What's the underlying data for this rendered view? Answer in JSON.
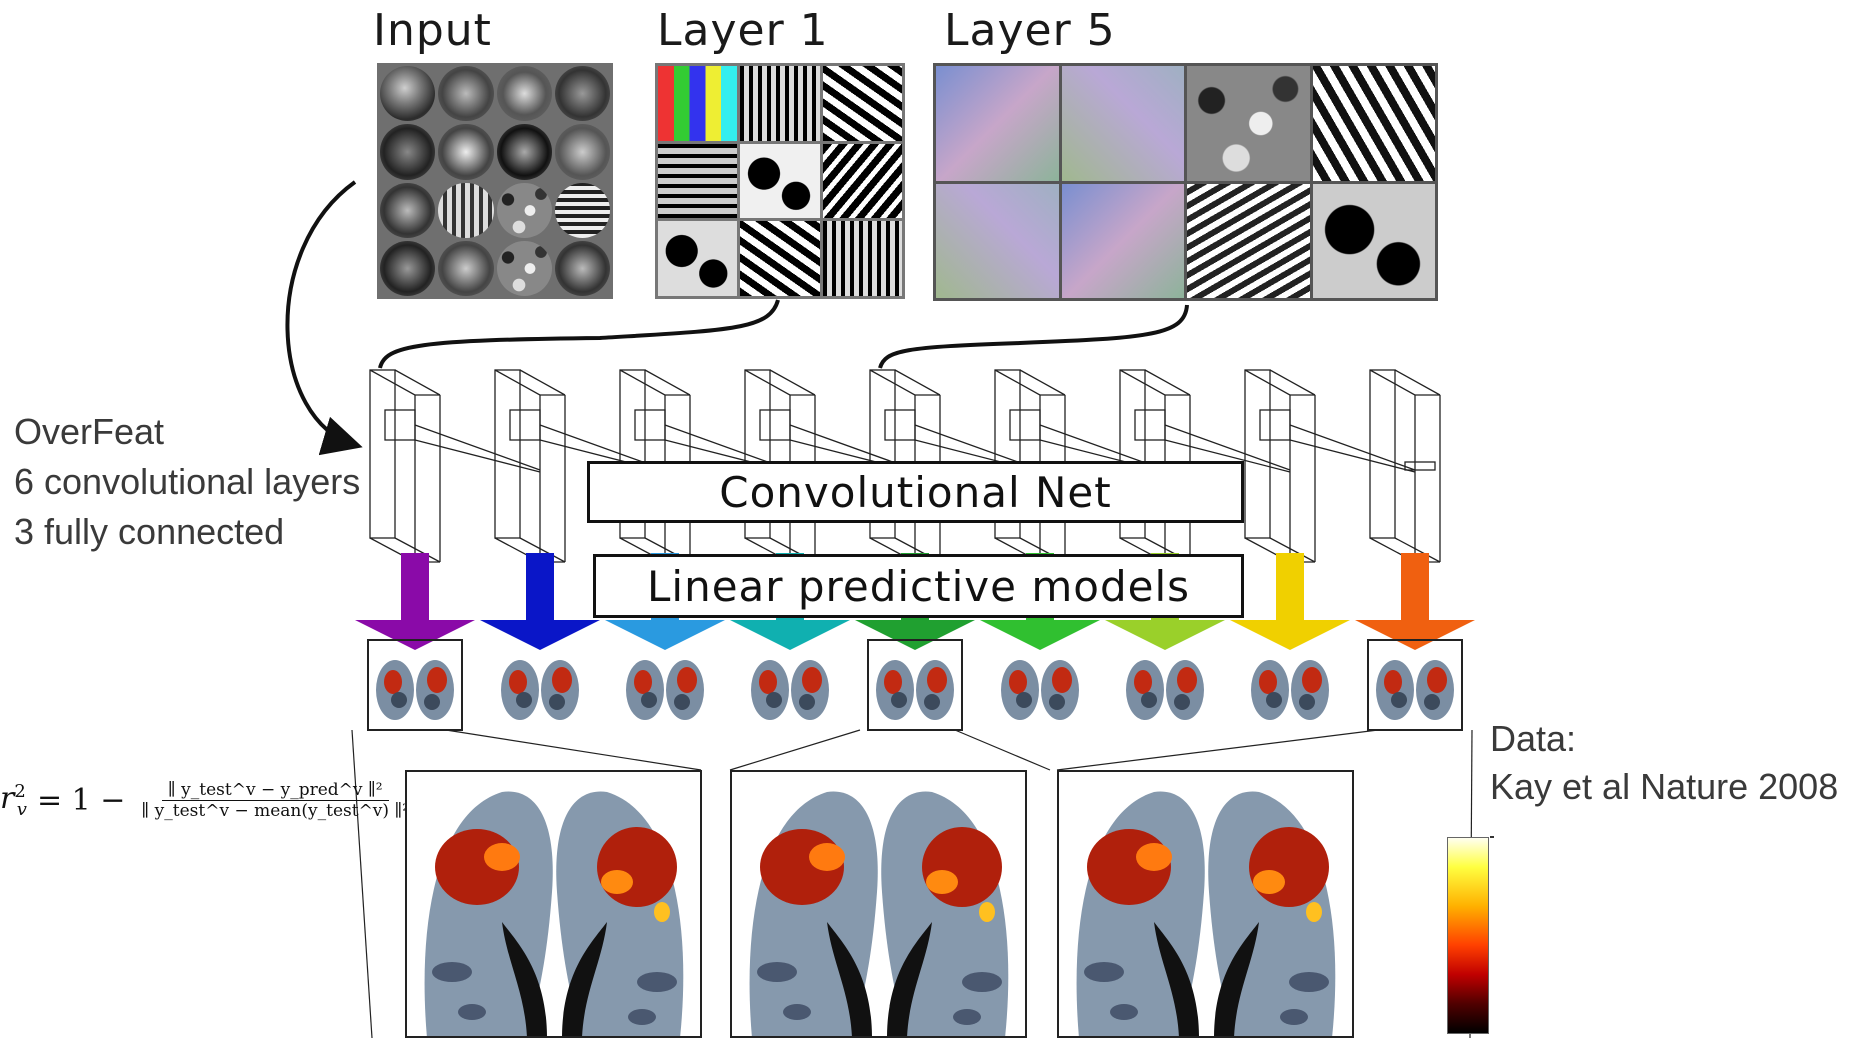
{
  "panels": {
    "input_label": "Input",
    "layer1_label": "Layer 1",
    "layer5_label": "Layer 5"
  },
  "network": {
    "name": "OverFeat",
    "conv_layers": "6 convolutional layers",
    "fc_layers": "3 fully connected",
    "convnet_label": "Convolutional Net",
    "linear_label": "Linear predictive models",
    "layer_count": 9,
    "arrow_colors": [
      "#8a0aa8",
      "#0a16c8",
      "#2a9ae0",
      "#10b0b0",
      "#20a030",
      "#30c030",
      "#9ad02a",
      "#f0d000",
      "#f06010"
    ]
  },
  "formula": {
    "lhs": "r",
    "lhs_sub": "v",
    "lhs_sup": "2",
    "eq": "= 1 −",
    "numerator": "∥ y_test^v − y_pred^v ∥²",
    "denominator": "∥ y_test^v − mean(y_test^v) ∥²"
  },
  "data_source": {
    "line1": "Data:",
    "line2": "Kay et al Nature 2008"
  },
  "colorbar": {
    "top_color": "#ffffe0",
    "bottom_color": "#000000"
  }
}
